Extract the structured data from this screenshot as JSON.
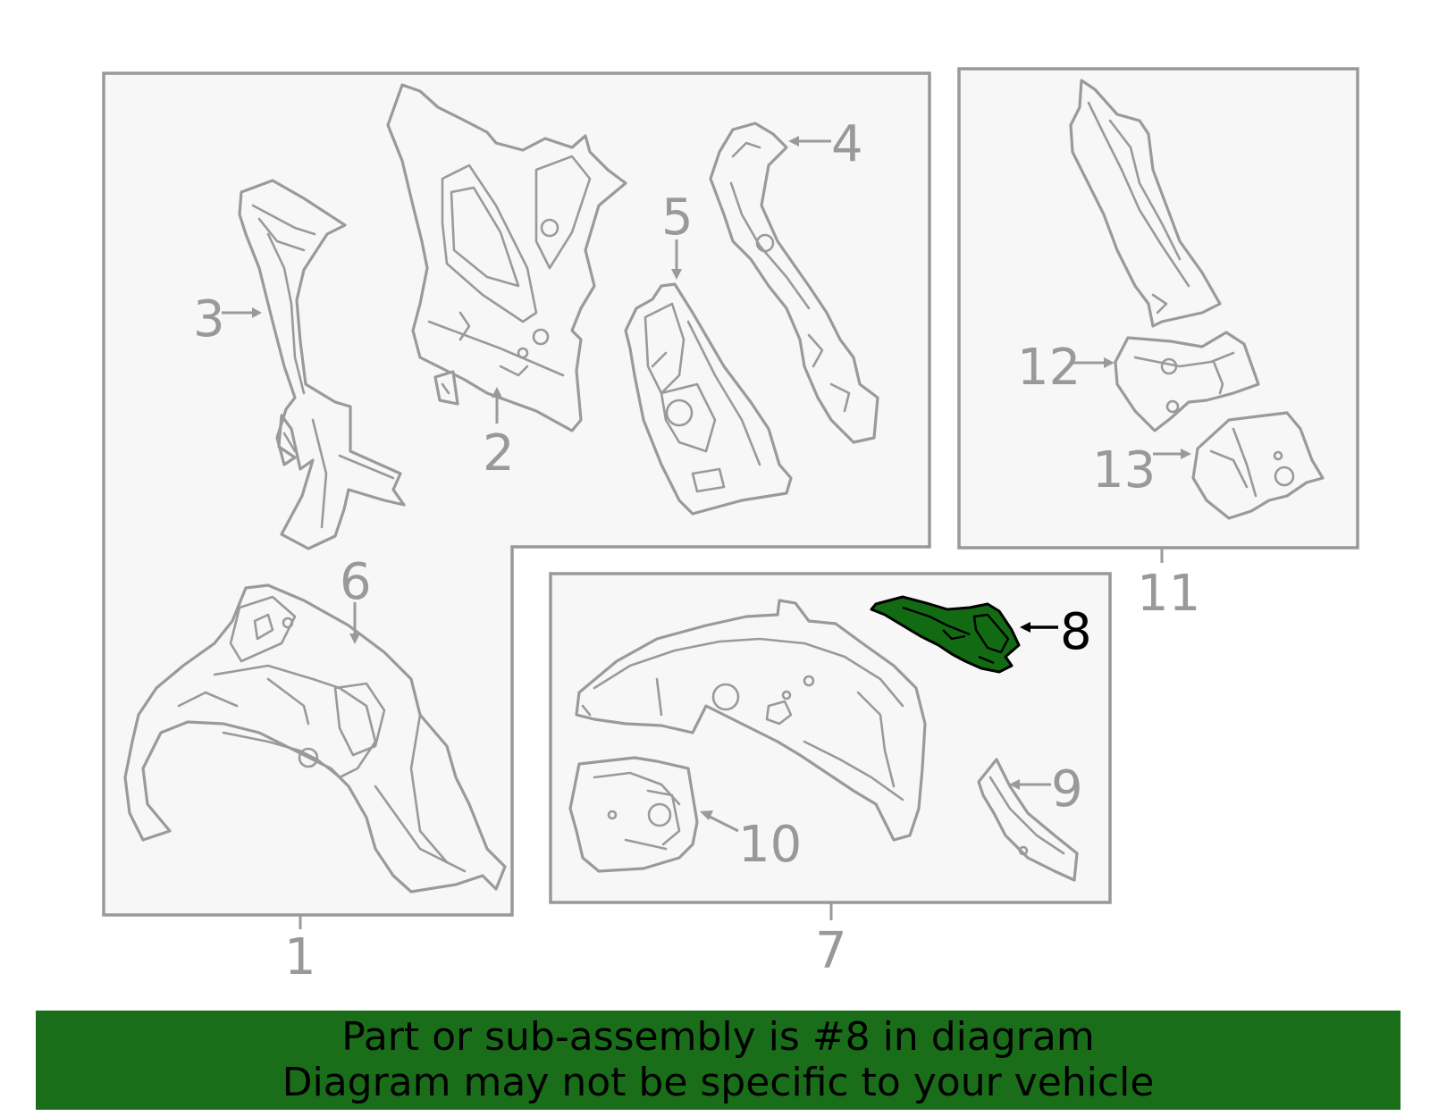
{
  "diagram": {
    "highlight_color": "#126b12",
    "callouts": {
      "c1": "1",
      "c2": "2",
      "c3": "3",
      "c4": "4",
      "c5": "5",
      "c6": "6",
      "c7": "7",
      "c8": "8",
      "c9": "9",
      "c10": "10",
      "c11": "11",
      "c12": "12",
      "c13": "13"
    },
    "highlighted_part": "8"
  },
  "banner": {
    "background": "#1a6e1a",
    "line1": "Part or sub-assembly is #8 in diagram",
    "line2": "Diagram may not be specific to your vehicle"
  }
}
